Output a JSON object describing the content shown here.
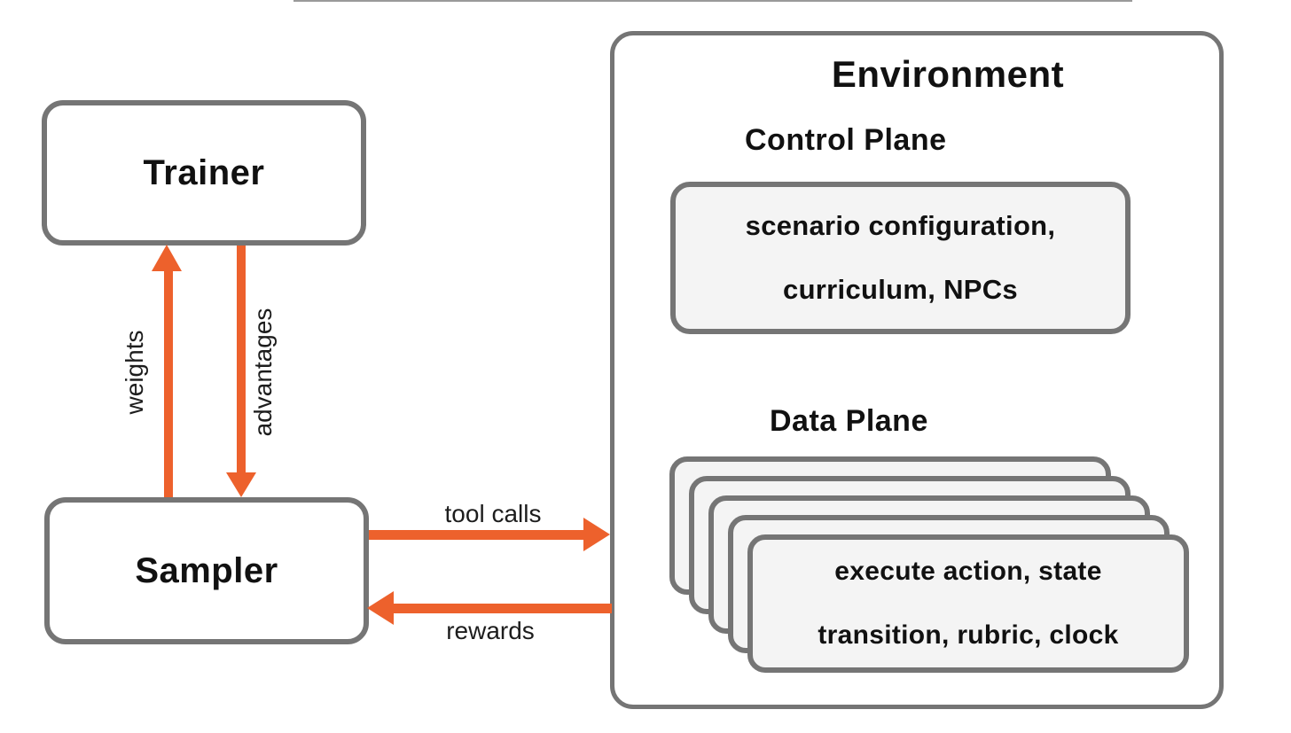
{
  "diagram": {
    "trainer": {
      "label": "Trainer"
    },
    "sampler": {
      "label": "Sampler"
    },
    "environment": {
      "title": "Environment",
      "control_plane": {
        "heading": "Control Plane",
        "box_line1": "scenario configuration,",
        "box_line2": "curriculum, NPCs"
      },
      "data_plane": {
        "heading": "Data Plane",
        "stack_count": 5,
        "card_line1": "execute action, state",
        "card_line2": "transition, rubric, clock"
      }
    },
    "arrows": {
      "weights": {
        "label": "weights",
        "direction": "sampler-to-trainer"
      },
      "advantages": {
        "label": "advantages",
        "direction": "trainer-to-sampler"
      },
      "tool_calls": {
        "label": "tool calls",
        "direction": "sampler-to-environment"
      },
      "rewards": {
        "label": "rewards",
        "direction": "environment-to-sampler"
      }
    },
    "colors": {
      "accent_orange": "#ed612c",
      "border_gray": "#757575",
      "card_fill": "#f4f4f4",
      "text": "#111111"
    }
  }
}
